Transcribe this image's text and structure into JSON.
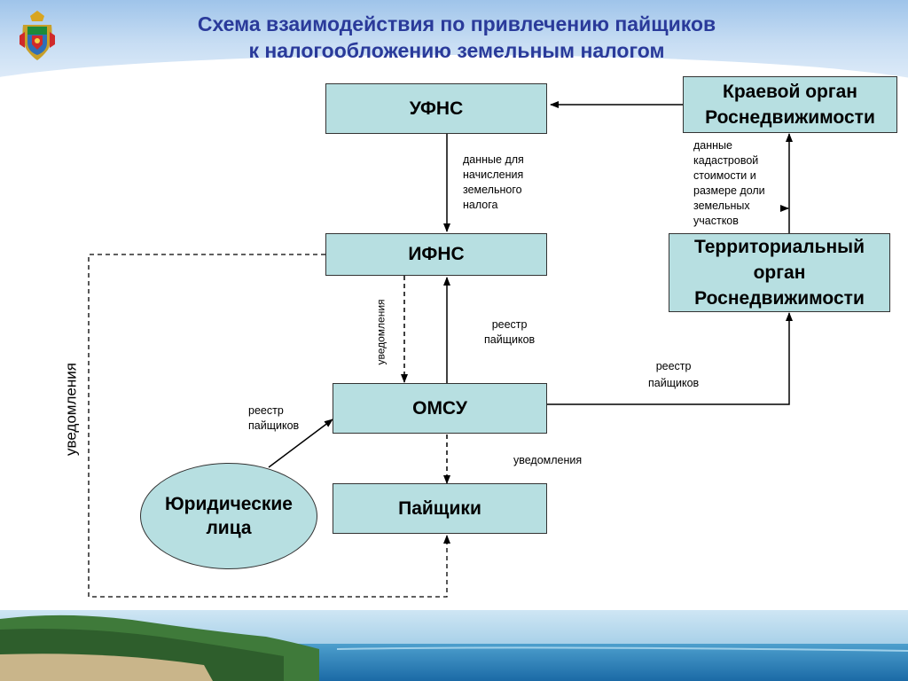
{
  "title": {
    "line1": "Схема взаимодействия по привлечению пайщиков",
    "line2": "к налогообложению земельным налогом"
  },
  "nodes": {
    "ufns": "УФНС",
    "ifns": "ИФНС",
    "omsu": "ОМСУ",
    "paishchiki": "Пайщики",
    "kraevoy_line1": "Краевой орган",
    "kraevoy_line2": "Роснедвижимости",
    "territorial_line1": "Территориальный",
    "territorial_line2": "орган",
    "territorial_line3": "Роснедвижимости",
    "yurlitsa_line1": "Юридические",
    "yurlitsa_line2": "лица"
  },
  "edge_labels": {
    "ufns_to_ifns": [
      "данные для",
      "начисления",
      "земельного",
      "налога"
    ],
    "cadastral": [
      "данные",
      "кадастровой",
      "стоимости и",
      "размере доли",
      "земельных",
      "участков"
    ],
    "omsu_to_ifns": [
      "реестр",
      "пайщиков"
    ],
    "omsu_to_territorial": [
      "реестр",
      "пайщиков"
    ],
    "yurlitsa_to_omsu": [
      "реестр",
      "пайщиков"
    ],
    "omsu_to_paishchiki": "уведомления",
    "ifns_to_omsu_vertical": "уведомления",
    "ifns_to_paishchiki_vertical": "уведомления"
  },
  "colors": {
    "box_fill": "#b7dfe1",
    "title_color": "#2a3a9a",
    "border": "#333333"
  },
  "icons": {
    "emblem": "krasnodar-krai-coat-of-arms"
  }
}
